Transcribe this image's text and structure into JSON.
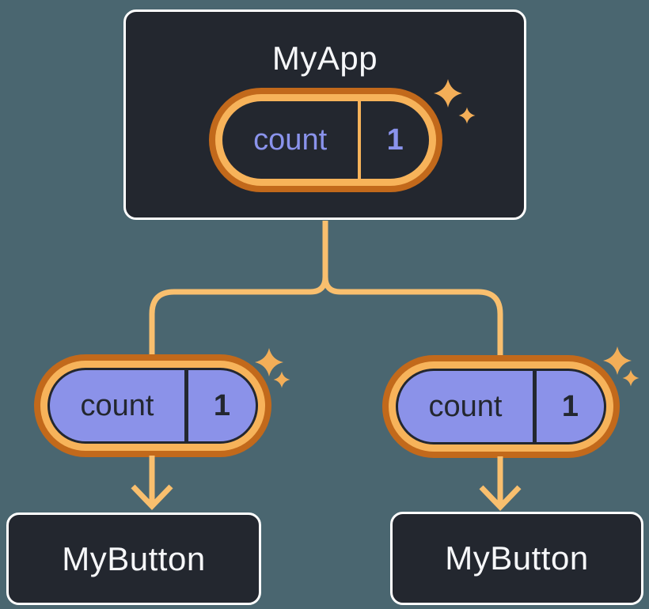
{
  "palette": {
    "page_bg": "#4A6670",
    "card_bg": "#23272F",
    "card_border": "#FFFFFF",
    "light_text": "#F6F7F9",
    "purple_fill": "#8B92E9",
    "purple_text": "#8A93EC",
    "ring_outer": "#C2691B",
    "ring_inner": "#F7B35A",
    "connector": "#F9BF6E",
    "sparkle": "#F3AE58",
    "dark_text": "#23272F"
  },
  "root_card": {
    "title": "MyApp",
    "state_pill": {
      "label": "count",
      "value": "1"
    }
  },
  "child_pills": [
    {
      "label": "count",
      "value": "1"
    },
    {
      "label": "count",
      "value": "1"
    }
  ],
  "child_cards": [
    {
      "title": "MyButton"
    },
    {
      "title": "MyButton"
    }
  ],
  "icons": {
    "sparkle": "four-point-star",
    "arrow": "arrow-down"
  }
}
